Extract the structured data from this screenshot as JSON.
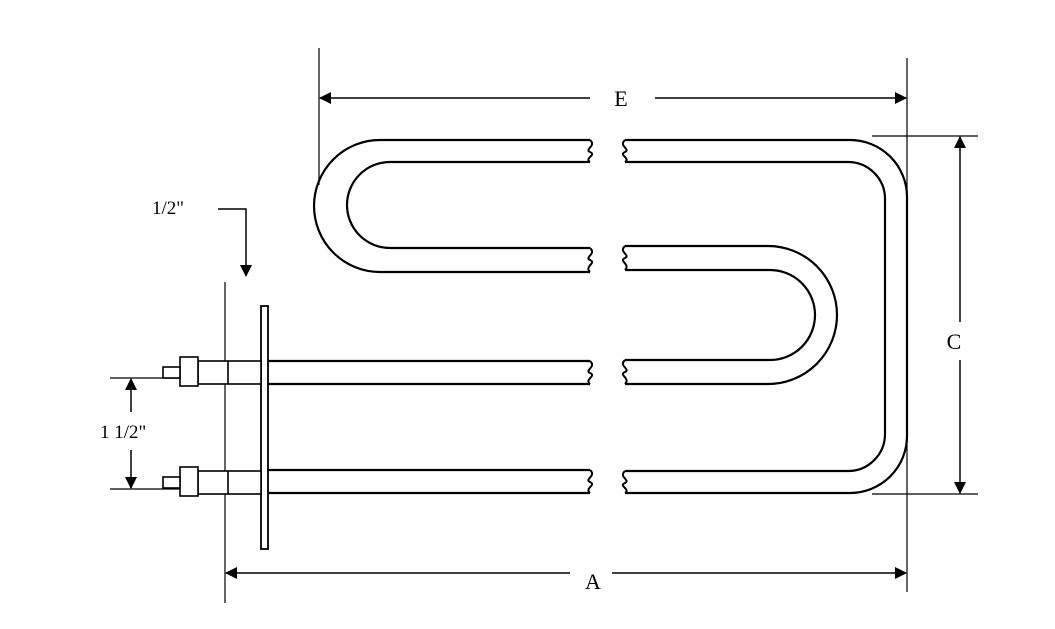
{
  "labels": {
    "E": "E",
    "C": "C",
    "A": "A",
    "flange": "1/2\"",
    "spacing": "1 1/2\""
  },
  "colors": {
    "line": "#000000",
    "background": "#ffffff"
  }
}
